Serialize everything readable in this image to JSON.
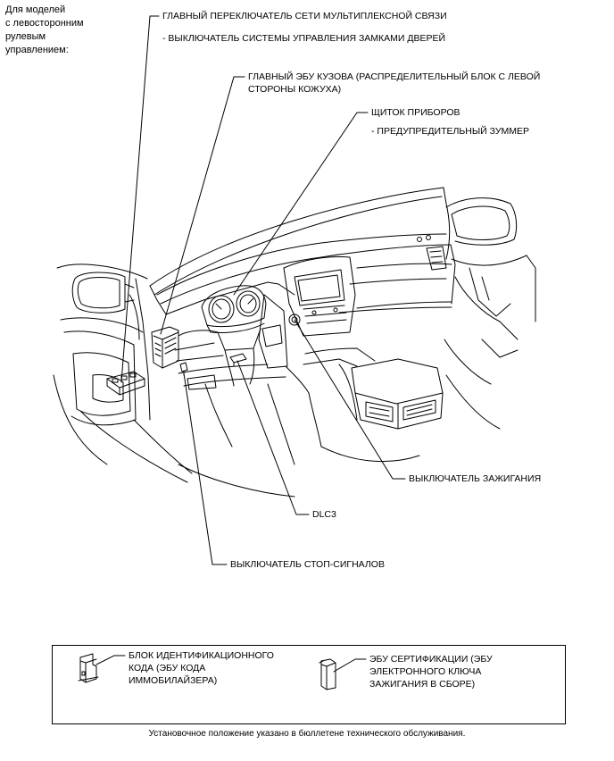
{
  "note": {
    "line1": "Для моделей",
    "line2": "с левосторонним",
    "line3": "рулевым",
    "line4": "управлением:"
  },
  "callouts": {
    "multiplex_switch": "ГЛАВНЫЙ ПЕРЕКЛЮЧАТЕЛЬ СЕТИ МУЛЬТИПЛЕКСНОЙ СВЯЗИ",
    "door_lock_switch": "- ВЫКЛЮЧАТЕЛЬ СИСТЕМЫ УПРАВЛЕНИЯ ЗАМКАМИ ДВЕРЕЙ",
    "body_ecu_line1": "ГЛАВНЫЙ ЭБУ КУЗОВА (РАСПРЕДЕЛИТЕЛЬНЫЙ БЛОК С ЛЕВОЙ",
    "body_ecu_line2": "СТОРОНЫ КОЖУХА)",
    "instrument_panel": "ЩИТОК ПРИБОРОВ",
    "warning_buzzer": "- ПРЕДУПРЕДИТЕЛЬНЫЙ ЗУММЕР",
    "ignition_switch": "ВЫКЛЮЧАТЕЛЬ ЗАЖИГАНИЯ",
    "dlc3": "DLC3",
    "stop_light_switch": "ВЫКЛЮЧАТЕЛЬ СТОП-СИГНАЛОВ"
  },
  "legend": {
    "id_code_box_line1": "БЛОК ИДЕНТИФИКАЦИОННОГО",
    "id_code_box_line2": "КОДА (ЭБУ КОДА",
    "id_code_box_line3": "ИММОБИЛАЙЗЕРА)",
    "cert_ecu_line1": "ЭБУ СЕРТИФИКАЦИИ (ЭБУ",
    "cert_ecu_line2": "ЭЛЕКТРОННОГО КЛЮЧА",
    "cert_ecu_line3": "ЗАЖИГАНИЯ В СБОРЕ)"
  },
  "footer": "Установочное положение указано в бюллетене технического обслуживания."
}
